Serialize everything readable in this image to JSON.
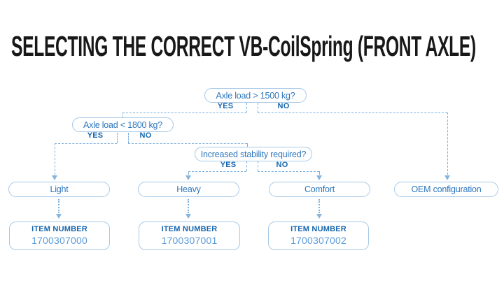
{
  "title": "SELECTING THE CORRECT VB-CoilSpring (FRONT AXLE)",
  "flowchart": {
    "decisions": [
      {
        "question": "Axle load > 1500 kg?",
        "yes_label": "YES",
        "no_label": "NO"
      },
      {
        "question": "Axle load < 1800 kg?",
        "yes_label": "YES",
        "no_label": "NO"
      },
      {
        "question": "Increased stability required?",
        "yes_label": "YES",
        "no_label": "NO"
      }
    ],
    "outcomes": [
      {
        "label": "Light",
        "item_heading": "ITEM NUMBER",
        "item_number": "1700307000"
      },
      {
        "label": "Heavy",
        "item_heading": "ITEM NUMBER",
        "item_number": "1700307001"
      },
      {
        "label": "Comfort",
        "item_heading": "ITEM NUMBER",
        "item_number": "1700307002"
      },
      {
        "label": "OEM configuration"
      }
    ]
  },
  "colors": {
    "title_text": "#181818",
    "question_text": "#2e77bd",
    "yes_no_text": "#1565ad",
    "item_heading_text": "#1565ad",
    "item_number_text": "#5b9bd8",
    "pill_border": "#a6c9e8",
    "connector_line": "#7db0dd",
    "arrow": "#85b4de",
    "background": "#ffffff"
  }
}
